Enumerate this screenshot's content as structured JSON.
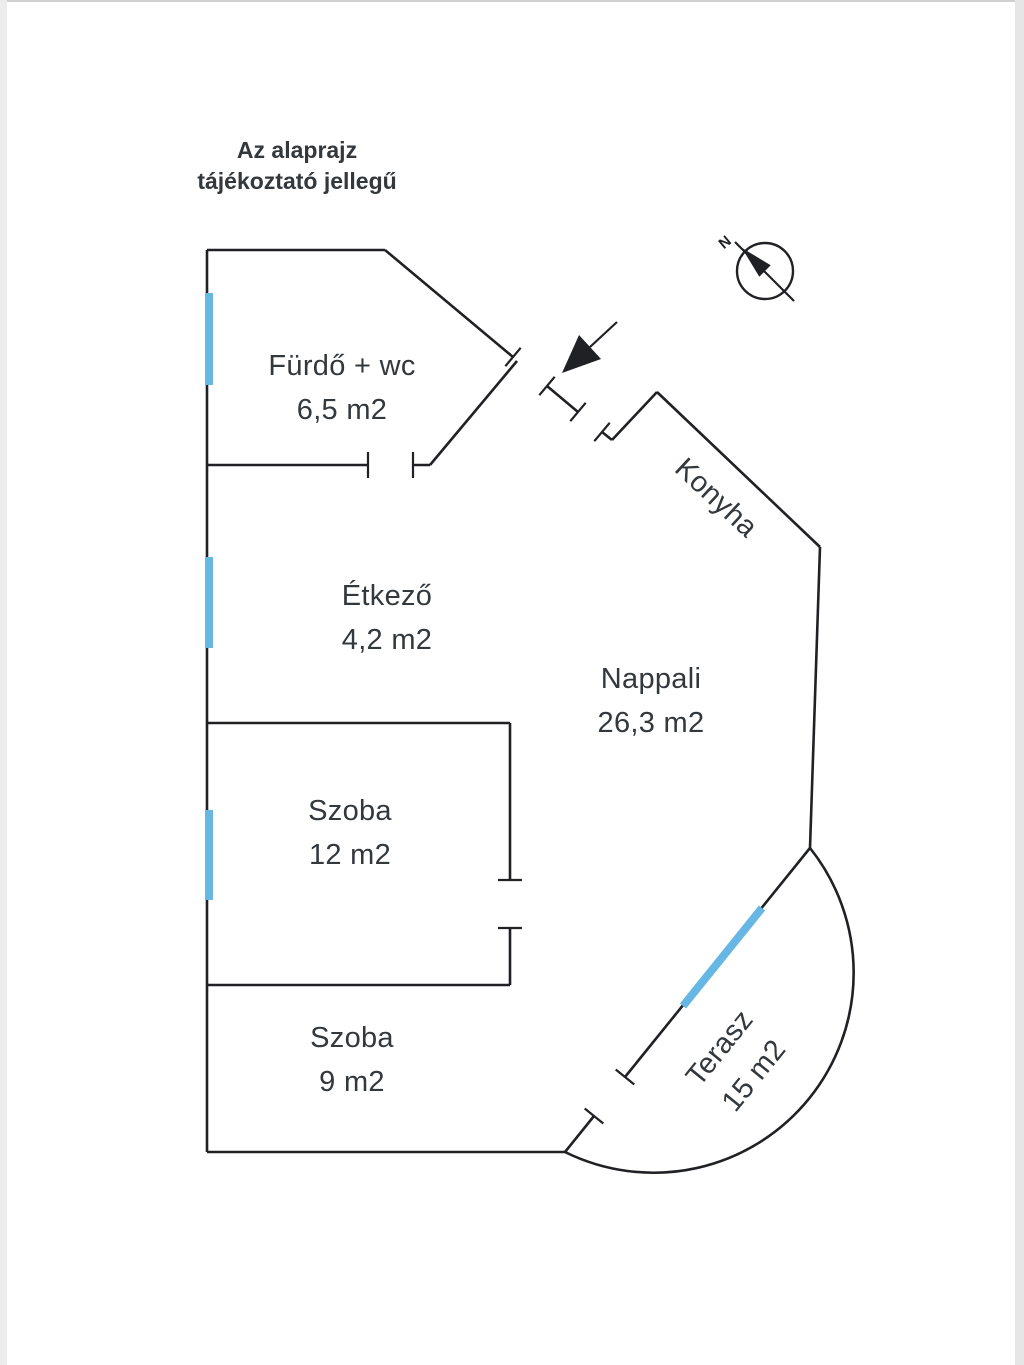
{
  "notice": {
    "line1": "Az alaprajz",
    "line2": "tájékoztató jellegű"
  },
  "rooms": [
    {
      "name": "Fürdő + wc",
      "area": "6,5 m2"
    },
    {
      "name": "Étkező",
      "area": "4,2 m2"
    },
    {
      "name": "Konyha",
      "area": ""
    },
    {
      "name": "Nappali",
      "area": "26,3 m2"
    },
    {
      "name": "Szoba",
      "area": "12 m2"
    },
    {
      "name": "Szoba",
      "area": "9 m2"
    },
    {
      "name": "Terasz",
      "area": "15 m2"
    }
  ],
  "compass": {
    "label": "N"
  },
  "colors": {
    "wall": "#202124",
    "window": "#66b7e3",
    "text": "#33383d",
    "edge": "#cfcfcf"
  }
}
